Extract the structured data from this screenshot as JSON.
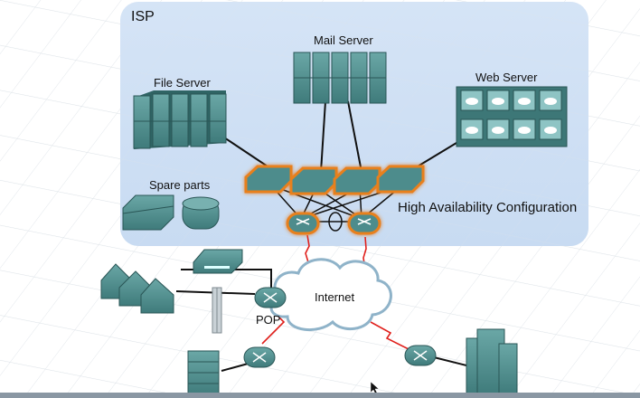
{
  "diagram": {
    "zone_label": "ISP",
    "file_server_label": "File Server",
    "mail_server_label": "Mail Server",
    "web_server_label": "Web Server",
    "spare_parts_label": "Spare parts",
    "ha_label": "High Availability Configuration",
    "internet_label": "Internet",
    "pop_label": "POP"
  },
  "colors": {
    "zone_fill": "#cfe0f5",
    "device_teal": "#4e8c8c",
    "device_dark": "#2f6464",
    "highlight_orange": "#e8801e",
    "link_black": "#111111",
    "link_red": "#e0201c",
    "cloud_fill": "#ffffff",
    "cloud_stroke": "#8fb3c9"
  },
  "icons": [
    "file-server-icon",
    "mail-server-icon",
    "web-server-icon",
    "switch-icon",
    "router-icon",
    "cloud-icon",
    "house-icon",
    "modem-icon",
    "building-icon",
    "tower-icon",
    "cursor-icon"
  ]
}
